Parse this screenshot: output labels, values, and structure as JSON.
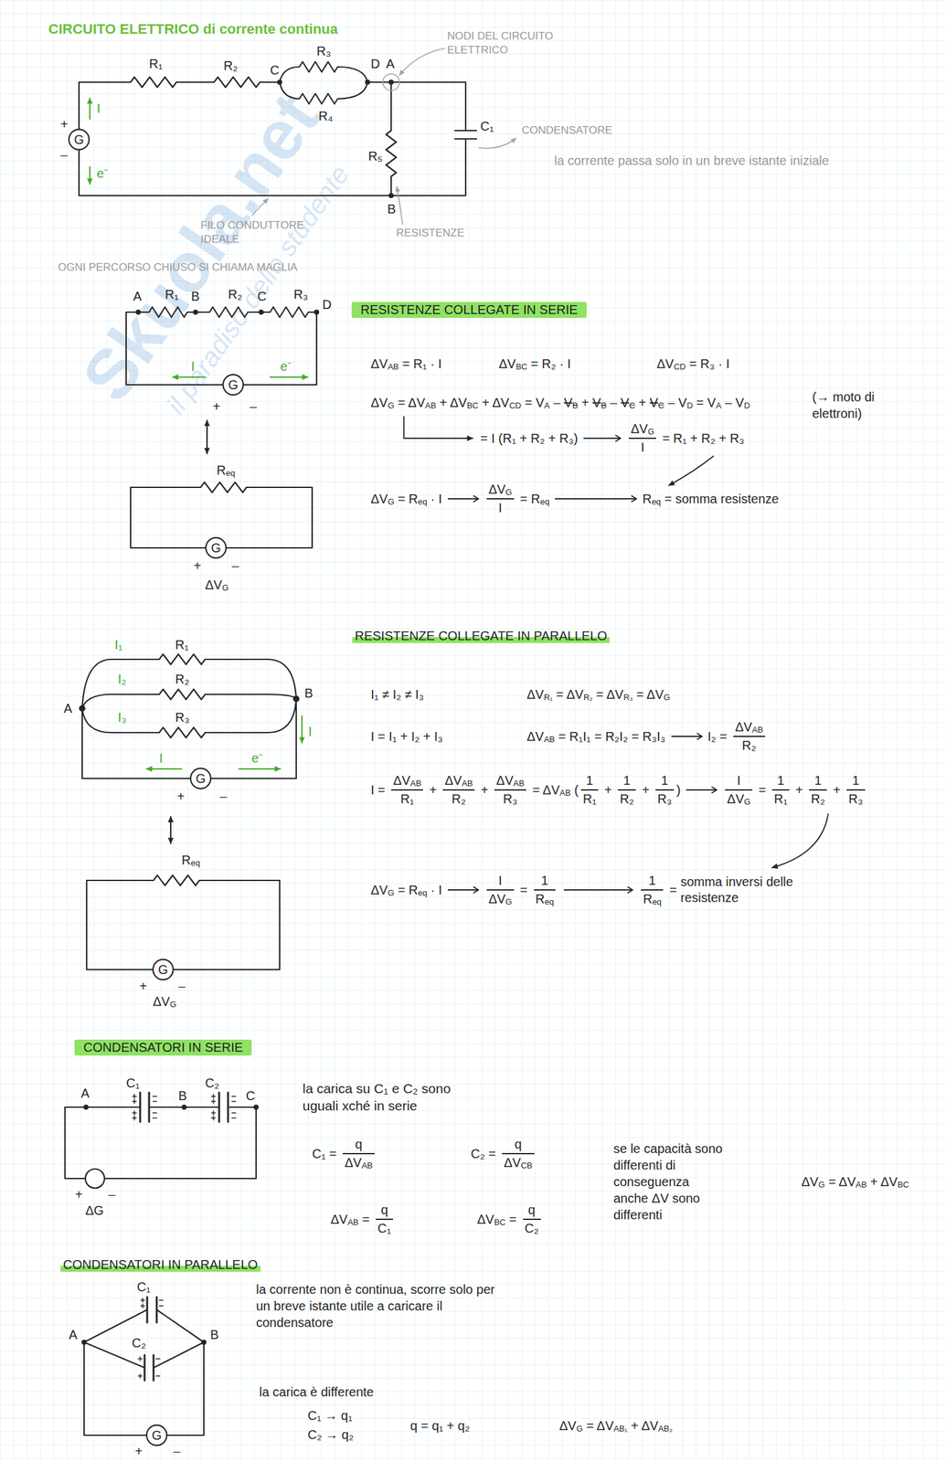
{
  "diagram": {
    "title": "CIRCUITO ELETTRICO di corrente continua",
    "nodes": [
      {
        "text": [
          "G"
        ]
      },
      {
        "text": [
          "RESISTENZE COLLEGATE IN SERIE"
        ]
      },
      {
        "text": [
          "G"
        ]
      },
      {
        "text": [
          "G"
        ]
      },
      {
        "text": [
          "G"
        ]
      },
      {
        "text": [
          "G"
        ]
      },
      {
        "text": [
          "CONDENSATORI IN SERIE"
        ]
      },
      {
        "text": [
          "G"
        ]
      }
    ],
    "labels": [
      "Skuola.net",
      "il paradiso dello studente",
      "R₁",
      "R₂",
      "C",
      "R₃",
      "D",
      "A",
      "R₄",
      "R₅",
      "B",
      "C₁",
      "+",
      "–",
      "I",
      "e⁻",
      "NODI DEL CIRCUITO ELETTRICO",
      "CONDENSATORE",
      "la corrente passa solo in un breve istante iniziale",
      "FILO CONDUTTORE IDEALE",
      "RESISTENZE",
      "OGNI PERCORSO CHIUSO SI CHIAMA MAGLIA",
      "A",
      "R₁",
      "B",
      "R₂",
      "C",
      "R₃",
      "D",
      "I",
      "e⁻",
      "+",
      "–",
      "R",
      "eq",
      "+",
      "–",
      "ΔV",
      "G",
      "ΔV",
      "AB",
      " = R₁ · I",
      "ΔV",
      "BC",
      " = R₂ · I",
      "ΔV",
      "CD",
      " = R₃ · I",
      "ΔV",
      "G",
      " = ΔV",
      "AB",
      " + ΔV",
      "BC",
      " + ΔV",
      "CD",
      " = V",
      "A",
      " – ",
      "V",
      "B",
      " + ",
      "V",
      "B",
      " – ",
      "V",
      "C",
      " + ",
      "V",
      "C",
      " – V",
      "D",
      " = V",
      "A",
      " – V",
      "D",
      "(→ moto di elettroni)",
      "= I (R₁ + R₂ + R₃)",
      "ΔV",
      "G",
      "I",
      " = R₁ + R₂ + R₃",
      "ΔV",
      "G",
      " = R",
      "eq",
      " · I",
      "ΔV",
      "G",
      "I",
      " = R",
      "eq",
      "R",
      "eq",
      " = somma resistenze",
      "A",
      "B",
      "R₁",
      "R₂",
      "R₃",
      "I₁",
      "I₂",
      "I₃",
      "I",
      "I",
      "e⁻",
      "+",
      "–",
      "R",
      "eq",
      "+",
      "–",
      "ΔV",
      "G",
      "RESISTENZE COLLEGATE IN PARALLELO",
      "I₁ ≠ I₂ ≠ I₃",
      "ΔV",
      "R₁",
      " = ΔV",
      "R₂",
      " = ΔV",
      "R₃",
      " = ΔV",
      "G",
      "I = I₁ + I₂ + I₃",
      "ΔV",
      "AB",
      " = R₁I₁ = R₂I₂ = R₃I₃",
      "I₂ = ",
      "ΔV",
      "AB",
      "R₂",
      "I = ",
      "ΔV",
      "AB",
      "R₁",
      " + ",
      "ΔV",
      "AB",
      "R₂",
      " + ",
      "ΔV",
      "AB",
      "R₃",
      " = ΔV",
      "AB",
      " (",
      "1",
      "R₁",
      " + ",
      "1",
      "R₂",
      " + ",
      "1",
      "R₃",
      ")",
      "I",
      "ΔV",
      "G",
      " = ",
      "1",
      "R₁",
      " + ",
      "1",
      "R₂",
      " + ",
      "1",
      "R₃",
      "ΔV",
      "G",
      " = R",
      "eq",
      " · I",
      "I",
      "ΔV",
      "G",
      " = ",
      "1",
      "R",
      "eq",
      "1",
      "R",
      "eq",
      " = ",
      "somma inversi delle resistenze",
      "A",
      "C₁",
      "B",
      "C₂",
      "C",
      "+",
      "–",
      "ΔG",
      "la carica su C₁ e C₂ sono uguali xché in serie",
      "C₁ = ",
      "q",
      "ΔV",
      "AB",
      "C₂ = ",
      "q",
      "ΔV",
      "CB",
      "ΔV",
      "AB",
      " = ",
      "q",
      "C₁",
      "ΔV",
      "BC",
      " = ",
      "q",
      "C₂",
      "se le capacità sono differenti di conseguenza anche ΔV sono differenti",
      "ΔV",
      "G",
      " = ΔV",
      "AB",
      " + ΔV",
      "BC",
      "CONDENSATORI IN PARALLELO",
      "A",
      "C₁",
      "B",
      "C₂",
      "+",
      "–",
      "la corrente non è continua, scorre solo per un breve istante utile a caricare il condensatore",
      "la carica è differente",
      "C₁ → q₁",
      "C₂ → q₂",
      "q = q₁ + q₂",
      "ΔV",
      "G",
      " = ΔV",
      "AB₁",
      " + ΔV",
      "AB₂"
    ]
  }
}
